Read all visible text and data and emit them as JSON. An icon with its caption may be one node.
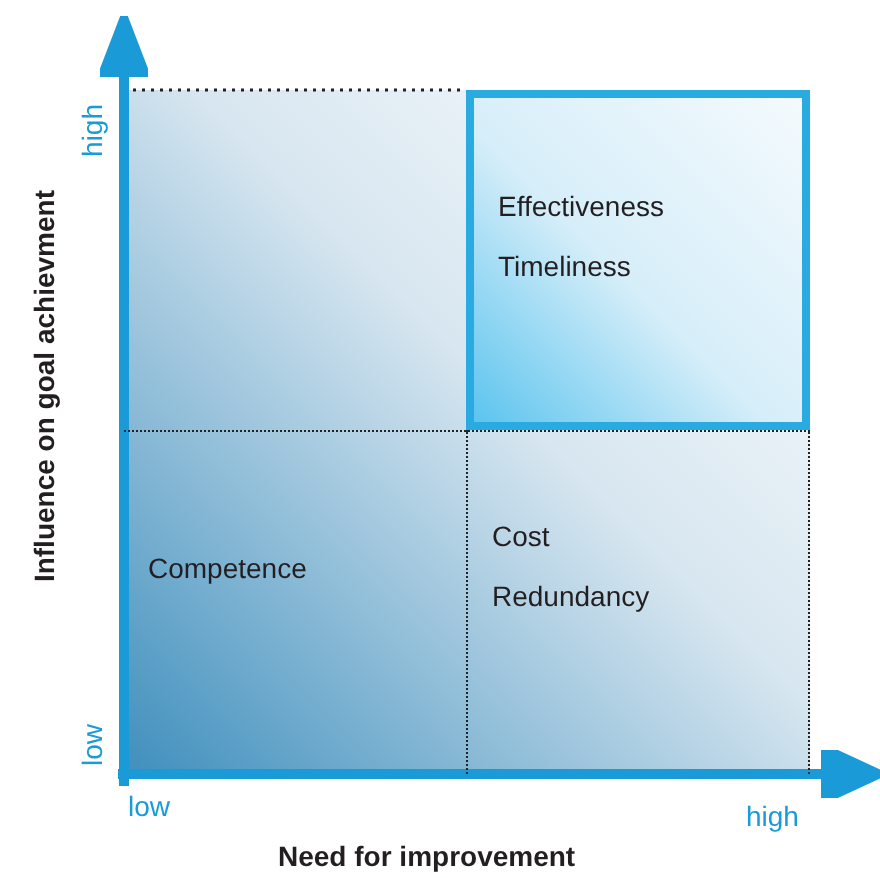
{
  "diagram": {
    "nodes": [
      {
        "text": [
          "Effectiveness",
          "Timeliness"
        ]
      },
      {
        "text": [
          "Competence"
        ]
      },
      {
        "text": [
          "Cost",
          "Redundancy"
        ]
      }
    ],
    "labels": [
      "high",
      "low",
      "Influence on goal achievment",
      "low",
      "high",
      "Need for improvement"
    ]
  }
}
